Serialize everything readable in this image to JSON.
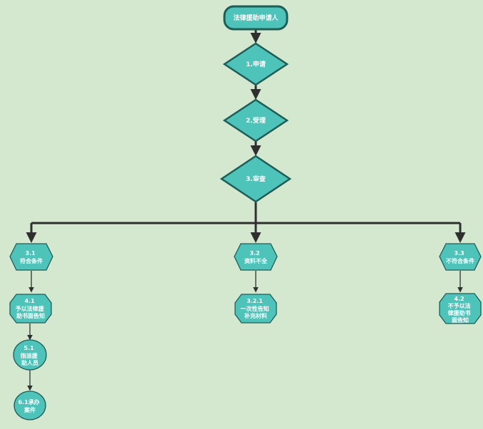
{
  "colors": {
    "background": "#d3e8cf",
    "node_fill": "#4ec3b9",
    "node_stroke": "#1f5d57",
    "connector": "#2f2f2f"
  },
  "nodes": {
    "applicant": [
      "法律援助申请人"
    ],
    "apply": [
      "1.申请"
    ],
    "accept": [
      "2.受理"
    ],
    "review": [
      "3.审查"
    ],
    "qualified": [
      "3.1",
      "符合条件"
    ],
    "incomplete": [
      "3.2",
      "资料不全"
    ],
    "unqualified": [
      "3.3",
      "不符合条件"
    ],
    "grant_notice": [
      "4.1",
      "予以法律援",
      "助书面告知"
    ],
    "supplement_notice": [
      "3.2.1",
      "一次性告知",
      "补充材料"
    ],
    "deny_notice": [
      "4.2",
      "不予以法",
      "律援助书",
      "面告知"
    ],
    "assign": [
      "5.1",
      "指派援",
      "助人员"
    ],
    "handle": [
      "6.1承办",
      "案件"
    ]
  }
}
